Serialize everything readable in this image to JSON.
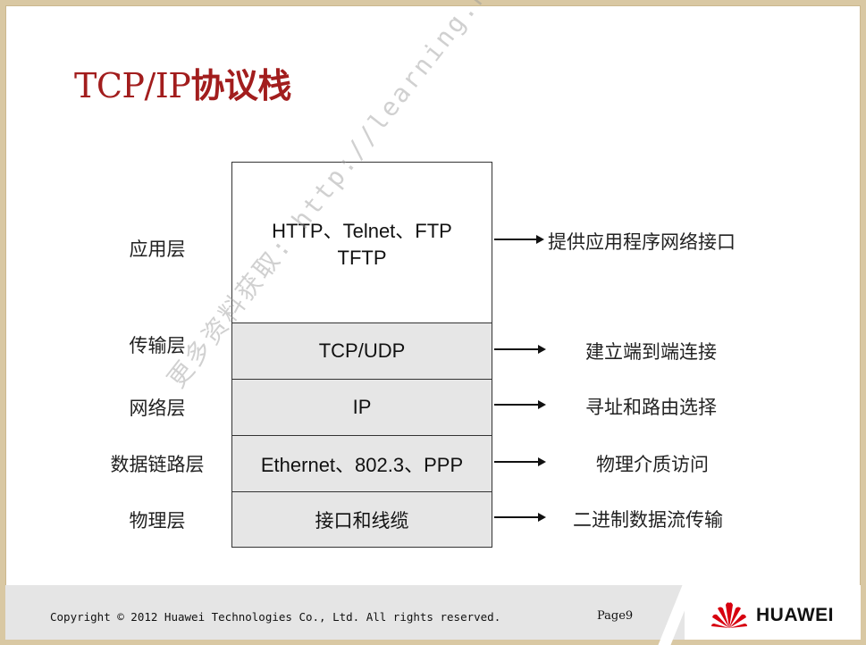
{
  "slide": {
    "title_latin": "TCP/IP",
    "title_cn": "协议栈",
    "watermark": "更多资料获取: http://learning.huawei.com/cn"
  },
  "layers": [
    {
      "name": "应用层",
      "protocols_line1": "HTTP、Telnet、FTP",
      "protocols_line2": "TFTP",
      "description": "提供应用程序网络接口"
    },
    {
      "name": "传输层",
      "protocols": "TCP/UDP",
      "description": "建立端到端连接"
    },
    {
      "name": "网络层",
      "protocols": "IP",
      "description": "寻址和路由选择"
    },
    {
      "name": "数据链路层",
      "protocols": "Ethernet、802.3、PPP",
      "description": "物理介质访问"
    },
    {
      "name": "物理层",
      "protocols": "接口和线缆",
      "description": "二进制数据流传输"
    }
  ],
  "footer": {
    "copyright": "Copyright © 2012 Huawei Technologies Co., Ltd. All rights reserved.",
    "page": "Page9",
    "brand": "HUAWEI",
    "logo_color": "#d7000f"
  },
  "colors": {
    "title": "#a21d1d",
    "grey_cell": "#e6e6e6",
    "frame": "#d9c8a3"
  }
}
